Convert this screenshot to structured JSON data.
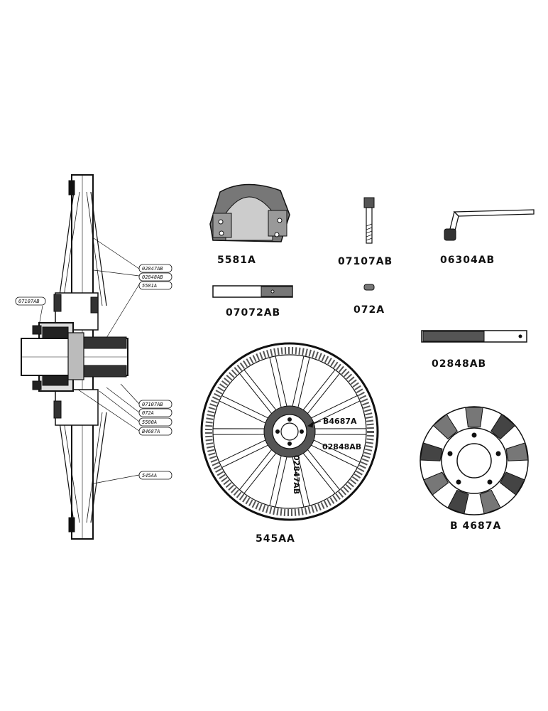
{
  "parts": {
    "hub_half": "5581A",
    "bolt": "07107AB",
    "wrench": "06304AB",
    "key": "07072AB",
    "pin": "072A",
    "strap": "02848AB",
    "wheel": "545AA",
    "hub_plate": "B 4687A"
  },
  "wheel_labels": {
    "hub_plate": "B4687A",
    "spoke_a": "02848AB",
    "spoke_b": "02847AB"
  },
  "callouts": {
    "left_bolt": "07107AB",
    "upper_1": "02847AB",
    "upper_2": "02848AB",
    "upper_3": "5581A",
    "lower_1": "07107AB",
    "lower_2": "072A",
    "lower_3": "5580A",
    "lower_4": "B4687A",
    "bottom": "545AA"
  }
}
